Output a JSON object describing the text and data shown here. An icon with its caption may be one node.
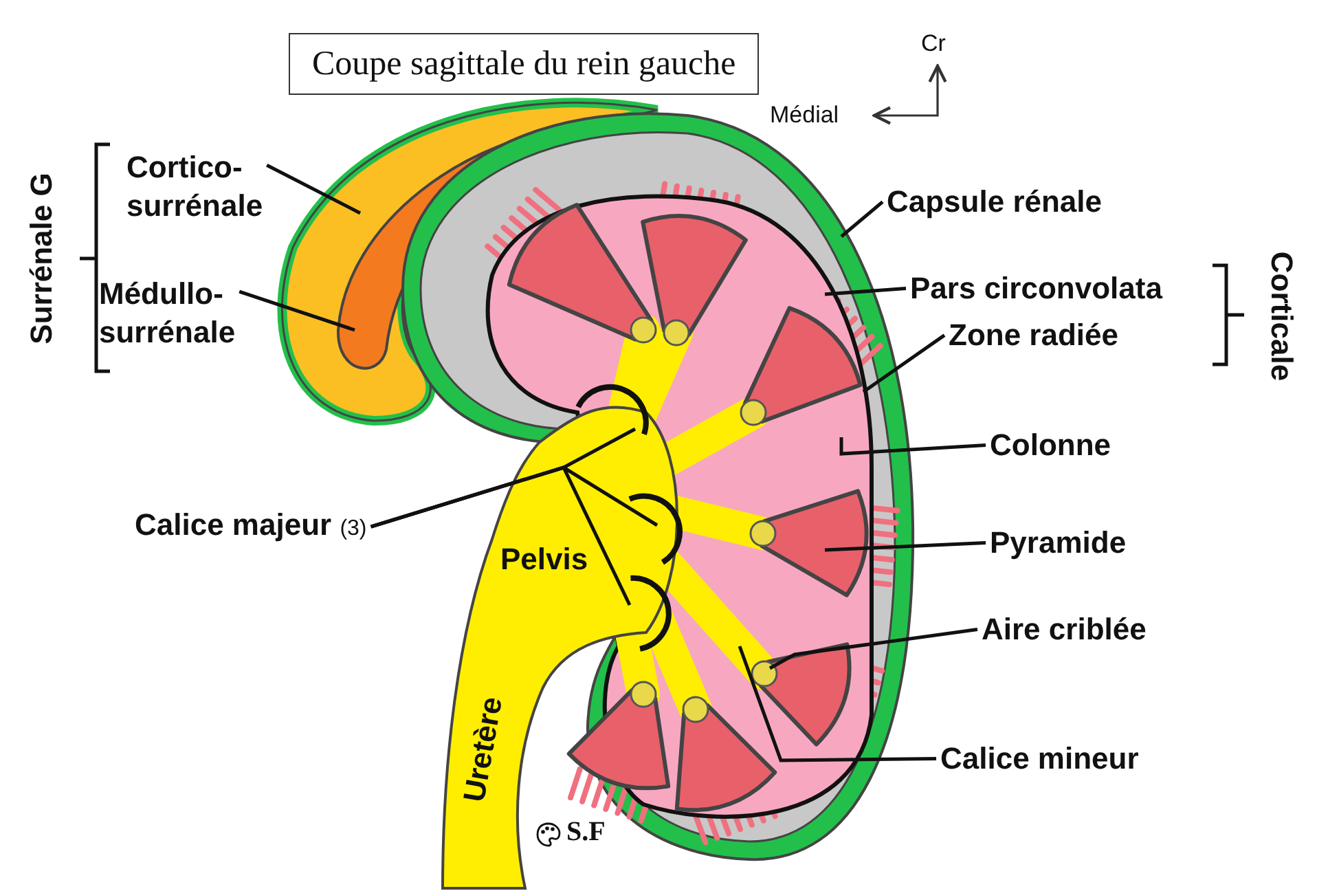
{
  "diagram": {
    "nodes": [
      {
        "text": [
          "Coupe sagittale du rein gauche"
        ]
      },
      {
        "text": [
          "Cortico- surrénale"
        ]
      },
      {
        "text": [
          "Médullo- surrénale"
        ]
      },
      {
        "text": [
          "Capsule rénale"
        ]
      },
      {
        "text": [
          "Pars circonvolata"
        ]
      },
      {
        "text": [
          "Zone radiée"
        ]
      },
      {
        "text": [
          "Colonne"
        ]
      },
      {
        "text": [
          "**Calice majeur** (3)"
        ]
      },
      {
        "text": [
          "Pyramide"
        ]
      },
      {
        "text": [
          "Aire criblée"
        ]
      },
      {
        "text": [
          "Calice mineur"
        ]
      }
    ],
    "edges": [
      {
        "from": 1,
        "to": null,
        "arrow": "none"
      },
      {
        "from": 2,
        "to": null,
        "arrow": "none"
      },
      {
        "from": 3,
        "to": null,
        "arrow": "none"
      },
      {
        "from": 4,
        "to": null,
        "arrow": "none"
      },
      {
        "from": 5,
        "to": null,
        "arrow": "none"
      },
      {
        "from": 6,
        "to": null,
        "arrow": "none"
      },
      {
        "from": 7,
        "to": null,
        "arrow": "none"
      },
      {
        "from": 7,
        "to": null,
        "arrow": "none"
      },
      {
        "from": 7,
        "to": null,
        "arrow": "none"
      },
      {
        "from": 8,
        "to": null,
        "arrow": "none"
      },
      {
        "from": 9,
        "to": null,
        "arrow": "none"
      },
      {
        "from": 10,
        "to": null,
        "arrow": "none"
      }
    ],
    "labels": [
      "Cr",
      "Médial",
      "Surrénale G",
      "Corticale",
      "Pelvis",
      "Uretère",
      "S.F"
    ]
  }
}
